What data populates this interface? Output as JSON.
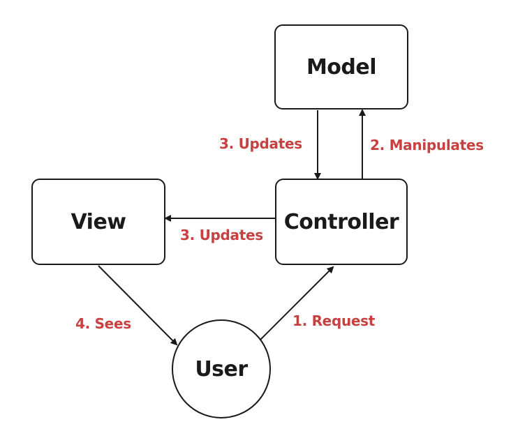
{
  "nodes": {
    "model": "Model",
    "controller": "Controller",
    "view": "View",
    "user": "User"
  },
  "edges": {
    "model_to_controller": "3. Updates",
    "controller_to_model": "2. Manipulates",
    "controller_to_view": "3. Updates",
    "view_to_user": "4. Sees",
    "user_to_controller": "1. Request"
  },
  "colors": {
    "stroke": "#1a1a1a",
    "label": "#c84141"
  }
}
